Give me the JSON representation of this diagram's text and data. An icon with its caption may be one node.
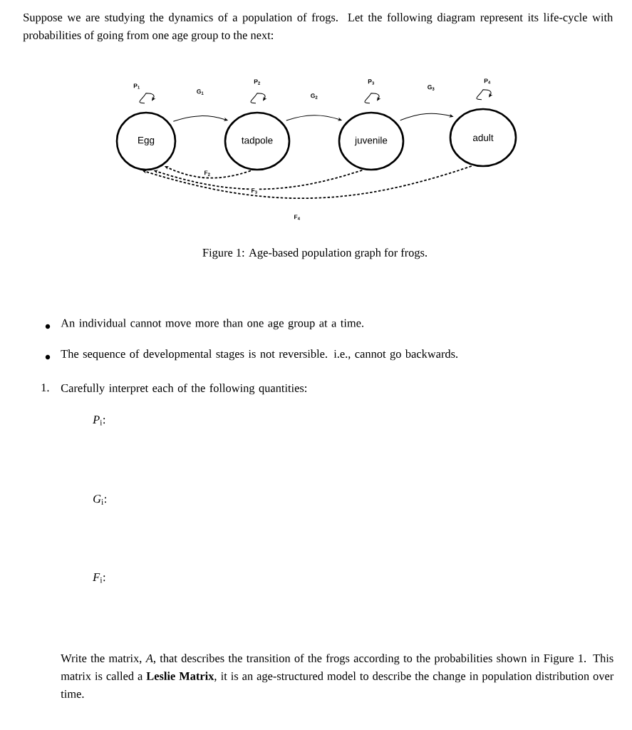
{
  "diagram": {
    "caption": "Figure 1: Age-based population graph for frogs.",
    "nodes": [
      {
        "text": [
          "Egg"
        ]
      },
      {
        "text": [
          "tadpole"
        ]
      },
      {
        "text": [
          "juvenile"
        ]
      },
      {
        "text": [
          "adult"
        ]
      }
    ],
    "edges": [
      {
        "from": 0,
        "to": 0,
        "arrow": "to",
        "label": "P$_{1}$"
      },
      {
        "from": 0,
        "to": 1,
        "arrow": "to",
        "label": "G$_{1}$"
      },
      {
        "from": 1,
        "to": 1,
        "arrow": "to",
        "label": "P$_{2}$"
      },
      {
        "from": 1,
        "to": 2,
        "arrow": "to",
        "label": "G$_{2}$"
      },
      {
        "from": 2,
        "to": 2,
        "arrow": "to",
        "label": "P$_{3}$"
      },
      {
        "from": 2,
        "to": 3,
        "arrow": "to",
        "label": "G$_{3}$"
      },
      {
        "from": 3,
        "to": 3,
        "arrow": "to",
        "label": "P$_{4}$"
      },
      {
        "from": 1,
        "to": 0,
        "arrow": "to",
        "label": "F$_{2}$",
        "style": "dashed"
      },
      {
        "from": 2,
        "to": 0,
        "arrow": "to",
        "label": "F$_{3}$",
        "style": "dashed"
      },
      {
        "from": 3,
        "to": 0,
        "arrow": "to",
        "label": "F$_{4}$",
        "style": "dashed"
      }
    ],
    "labels": [
      "Suppose we are studying the dynamics of a population of frogs. Let the following diagram represent its life-cycle with probabilities of going from one age group to the next:",
      "An individual cannot move more than one age group at a time.",
      "The sequence of developmental stages is not reversible. i.e., cannot go backwards.",
      "1.",
      "Carefully interpret each of the following quantities:",
      "*P*$_{i}$:",
      "*G*$_{i}$:",
      "*F*$_{i}$:",
      "Write the matrix, *A*, that describes the transition of the frogs according to the probabilities shown in Figure 1. This matrix is called a **Leslie Matrix**, it is an age-structured model to describe the change in population distribution over time."
    ]
  }
}
